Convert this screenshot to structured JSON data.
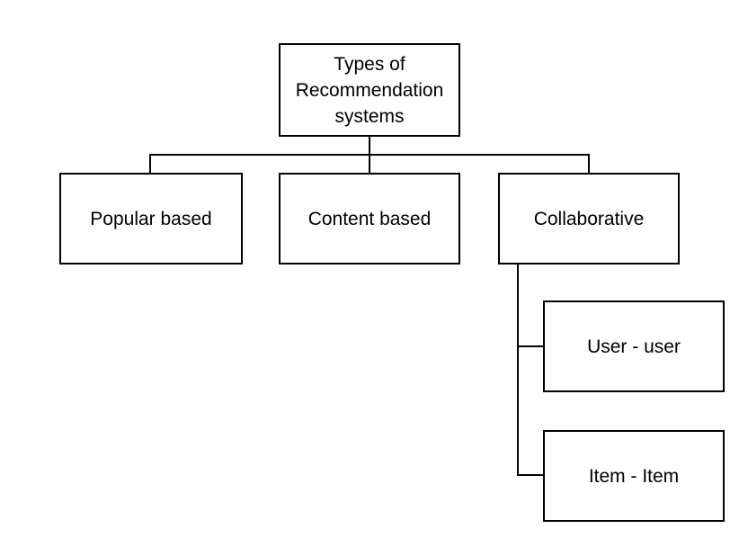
{
  "diagram": {
    "root": {
      "label": "Types of\nRecommendation\nsystems"
    },
    "children": [
      {
        "label": "Popular based"
      },
      {
        "label": "Content based"
      },
      {
        "label": "Collaborative"
      }
    ],
    "sub_children": [
      {
        "label": "User - user"
      },
      {
        "label": "Item - Item"
      }
    ]
  }
}
